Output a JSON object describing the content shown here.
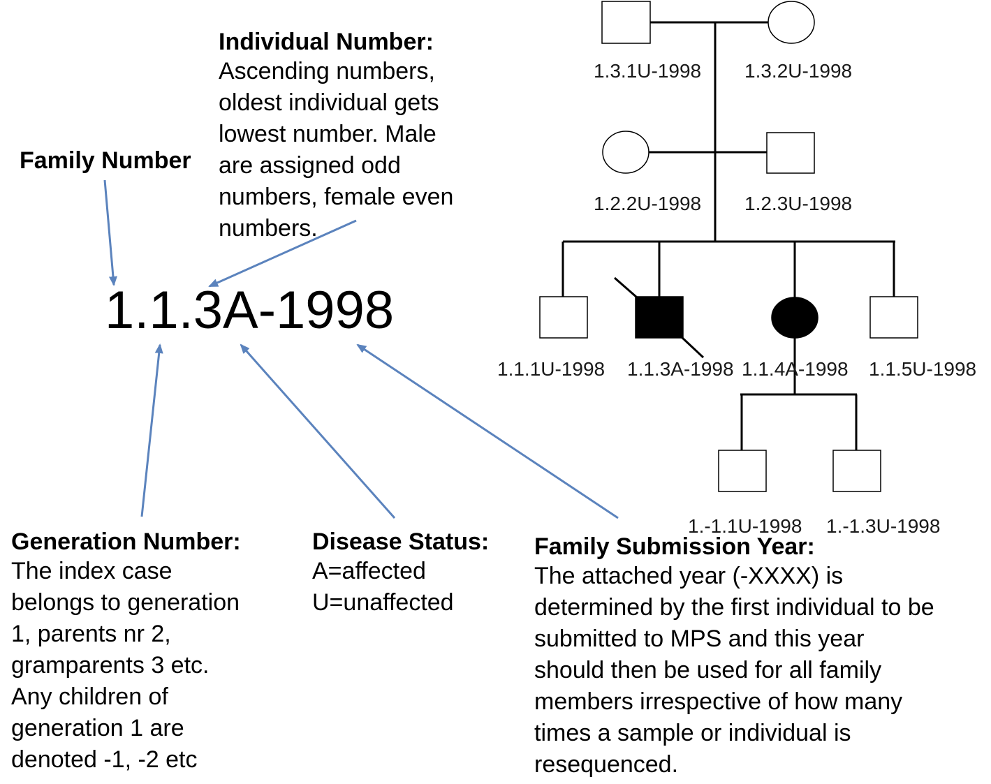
{
  "accent_color": "#5b83bd",
  "individual_number": {
    "heading": "Individual Number:",
    "lines": [
      "Ascending numbers,",
      "oldest individual gets",
      "lowest number. Male",
      "are assigned odd",
      "numbers, female even",
      "numbers."
    ]
  },
  "family_number": {
    "heading": "Family Number"
  },
  "example_id": "1.1.3A-1998",
  "generation_number": {
    "heading": "Generation Number:",
    "lines": [
      "The index case",
      "belongs to generation",
      "1, parents nr 2,",
      "gramparents 3 etc.",
      "Any children of",
      "generation 1 are",
      "denoted -1, -2 etc"
    ]
  },
  "disease_status": {
    "heading": "Disease Status:",
    "lines": [
      "A=affected",
      "U=unaffected"
    ]
  },
  "family_submission_year": {
    "heading": "Family Submission Year:",
    "lines": [
      "The attached year (-XXXX) is",
      "determined by the first individual to be",
      "submitted to MPS and this year",
      "should then be used for all family",
      "members irrespective of how many",
      "times a sample or individual is",
      "resequenced."
    ]
  },
  "pedigree": {
    "labels": {
      "gen3_male": "1.3.1U-1998",
      "gen3_female": "1.3.2U-1998",
      "gen2_female": "1.2.2U-1998",
      "gen2_male": "1.2.3U-1998",
      "child1": "1.1.1U-1998",
      "child2": "1.1.3A-1998",
      "child3": "1.1.4A-1998",
      "child4": "1.1.5U-1998",
      "grandchild1": "1.-1.1U-1998",
      "grandchild2": "1.-1.3U-1998"
    },
    "individuals": {
      "gen3_male": {
        "sex": "male",
        "status": "unaffected"
      },
      "gen3_female": {
        "sex": "female",
        "status": "unaffected"
      },
      "gen2_female": {
        "sex": "female",
        "status": "unaffected"
      },
      "gen2_male": {
        "sex": "male",
        "status": "unaffected"
      },
      "child1": {
        "sex": "male",
        "status": "unaffected"
      },
      "child2": {
        "sex": "male",
        "status": "affected",
        "proband": true
      },
      "child3": {
        "sex": "female",
        "status": "affected"
      },
      "child4": {
        "sex": "male",
        "status": "unaffected"
      },
      "grandchild1": {
        "sex": "male",
        "status": "unaffected"
      },
      "grandchild2": {
        "sex": "male",
        "status": "unaffected"
      }
    }
  }
}
